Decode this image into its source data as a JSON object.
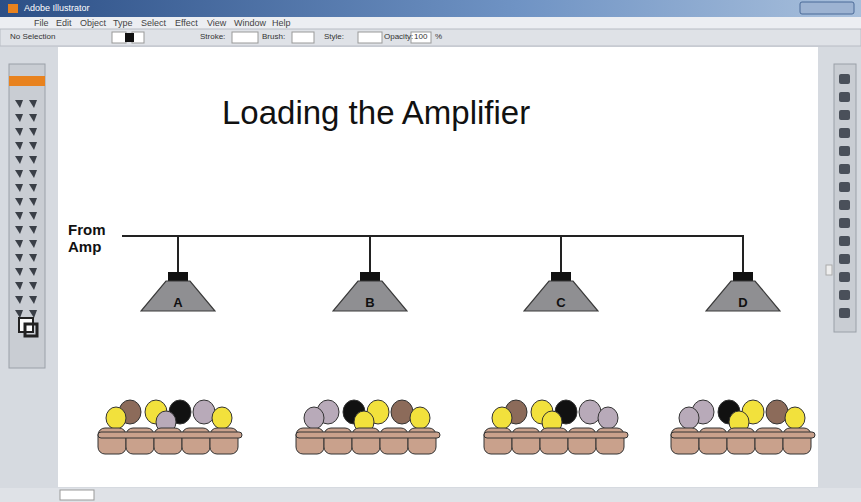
{
  "diagram": {
    "title": "Loading the Amplifier",
    "nodes": [
      {
        "text": [
          "A"
        ]
      },
      {
        "text": [
          "B"
        ]
      },
      {
        "text": [
          "C"
        ]
      },
      {
        "text": [
          "D"
        ]
      }
    ],
    "edges": [
      {
        "from": 0,
        "to": 1,
        "arrow": "none"
      },
      {
        "from": 1,
        "to": 2,
        "arrow": "none"
      },
      {
        "from": 2,
        "to": 3,
        "arrow": "none"
      }
    ],
    "labels": [
      "From Amp",
      "Adobe Illustrator",
      "File",
      "Edit",
      "Object",
      "Type",
      "Select",
      "Effect",
      "View",
      "Window",
      "Help",
      "No Selection",
      "Stroke:",
      "Brush:",
      "Style:",
      "Opacity:",
      "100",
      "%"
    ]
  }
}
